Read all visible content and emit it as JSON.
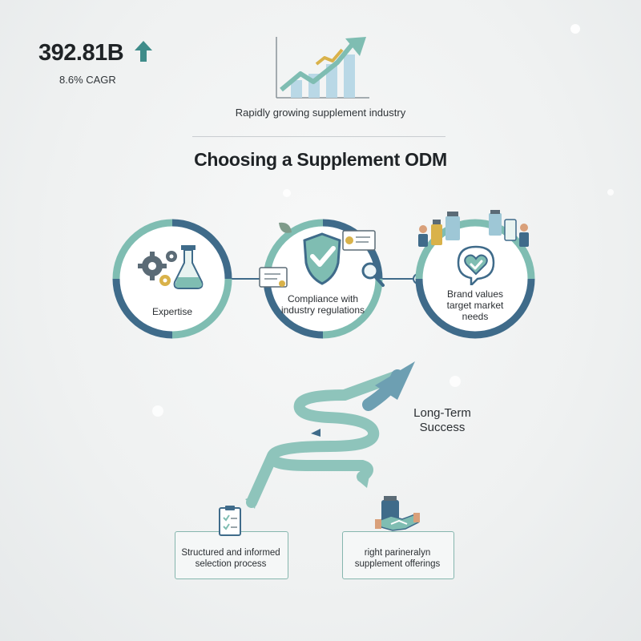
{
  "stat": {
    "value": "392.81B",
    "subtitle": "8.6% CAGR"
  },
  "growth": {
    "caption": "Rapidly growing supplement industry"
  },
  "title": "Choosing a Supplement ODM",
  "rings": [
    {
      "label": "Expertise"
    },
    {
      "label": "Compliance with industry regulations"
    },
    {
      "label": "Brand values target market needs"
    }
  ],
  "flow": {
    "label": "Long-Term Success"
  },
  "boxes": [
    {
      "label": "Structured and informed selection process"
    },
    {
      "label": "right parineralyn supplement offerings"
    }
  ],
  "colors": {
    "teal": "#7fbdb2",
    "navy": "#3f6b8a",
    "dark": "#1f2326",
    "gold": "#d9b24a"
  }
}
